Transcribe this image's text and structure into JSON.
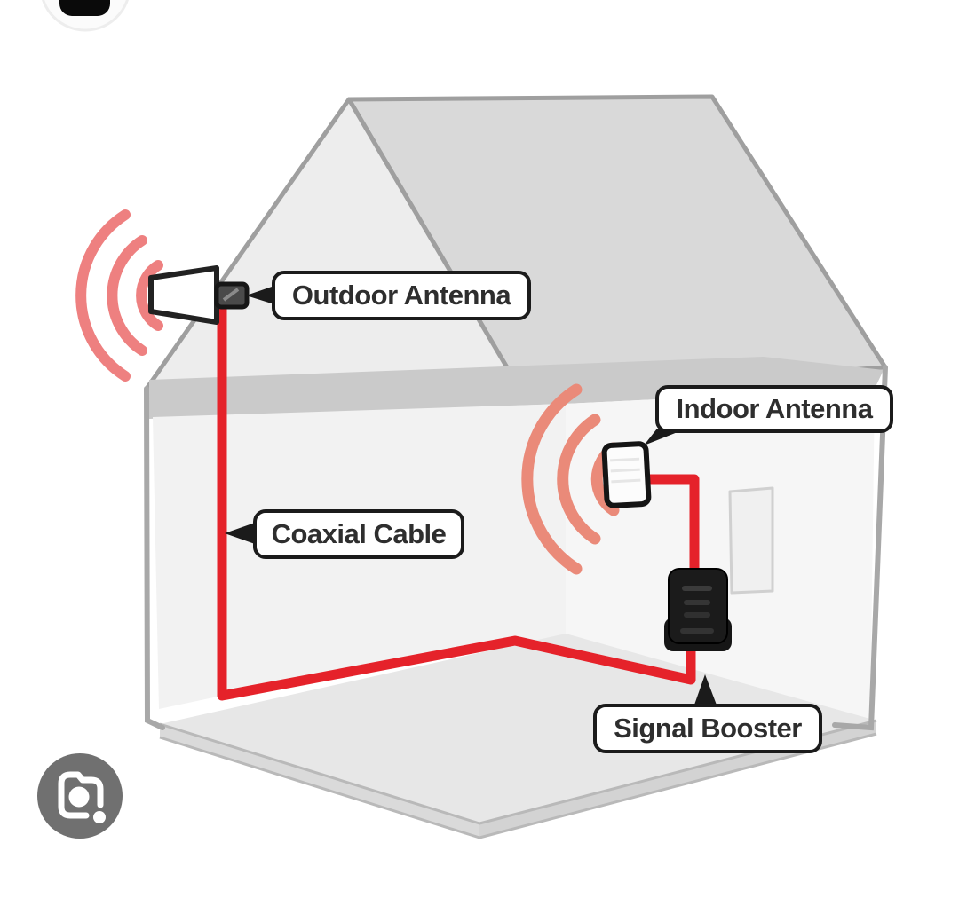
{
  "labels": {
    "outdoor_antenna": "Outdoor Antenna",
    "indoor_antenna": "Indoor Antenna",
    "coaxial_cable": "Coaxial Cable",
    "signal_booster": "Signal Booster"
  },
  "icons": {
    "lens_camera": "google-lens-camera-icon",
    "top_left_button": "cropped-pill-button"
  },
  "colors": {
    "cable_red": "#e5222a",
    "outdoor_waves": "#ee8080",
    "indoor_waves": "#ea8a79",
    "roof_gray": "#d9d9d9",
    "gable_gray": "#ededed",
    "ceiling_gray": "#cacaca",
    "lens_icon_gray": "#707070",
    "label_border": "#1b1b1b"
  }
}
